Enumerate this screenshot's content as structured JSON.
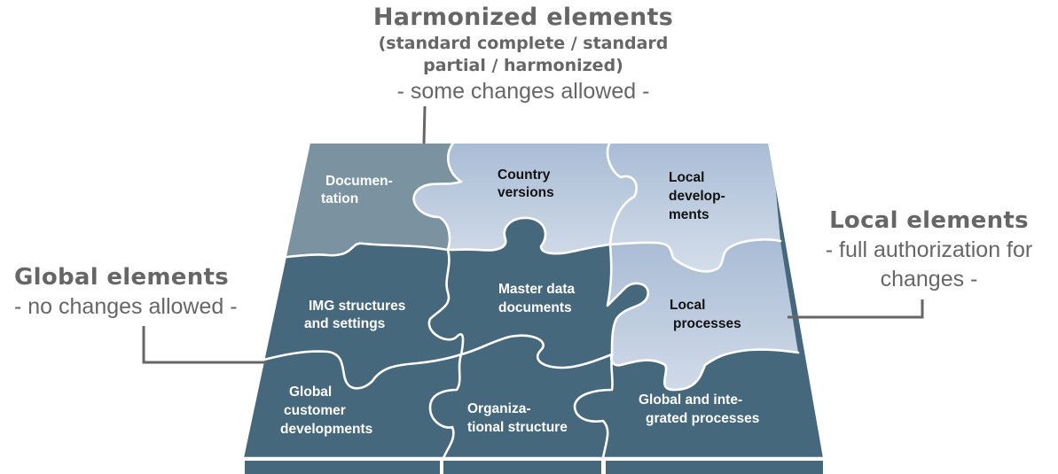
{
  "colors": {
    "dark_piece": "#46687c",
    "mid_piece": "#7b93a0",
    "light_piece_top": "#adbfd6",
    "light_piece_bottom": "#d6dfeb",
    "outline": "#ffffff",
    "connector_line": "#666666",
    "callout_text": "#666666"
  },
  "callouts": {
    "harmonized": {
      "title": "Harmonized elements",
      "subtitle_line1": "(standard complete / standard",
      "subtitle_line2": "partial / harmonized)",
      "description": "- some changes allowed -"
    },
    "global": {
      "title": "Global elements",
      "description": "- no changes allowed -"
    },
    "local": {
      "title": "Local elements",
      "description_line1": "- full authorization for",
      "description_line2": "changes -"
    }
  },
  "pieces": {
    "documentation": {
      "line1": "Documen-",
      "line2": "tation",
      "category": "harmonized"
    },
    "country_versions": {
      "line1": "Country",
      "line2": "versions",
      "category": "local"
    },
    "local_developments": {
      "line1": "Local",
      "line2": "develop-",
      "line3": "ments",
      "category": "local"
    },
    "img_structures": {
      "line1": "IMG structures",
      "line2": "and settings",
      "category": "global"
    },
    "master_data": {
      "line1": "Master data",
      "line2": "documents",
      "category": "global"
    },
    "local_processes": {
      "line1": "Local",
      "line2": "processes",
      "category": "local"
    },
    "global_customer_dev": {
      "line1": "Global",
      "line2": "customer",
      "line3": "developments",
      "category": "global"
    },
    "organizational_structure": {
      "line1": "Organiza-",
      "line2": "tional structure",
      "category": "global"
    },
    "global_integrated_processes": {
      "line1": "Global and inte-",
      "line2": "grated processes",
      "category": "global"
    }
  }
}
